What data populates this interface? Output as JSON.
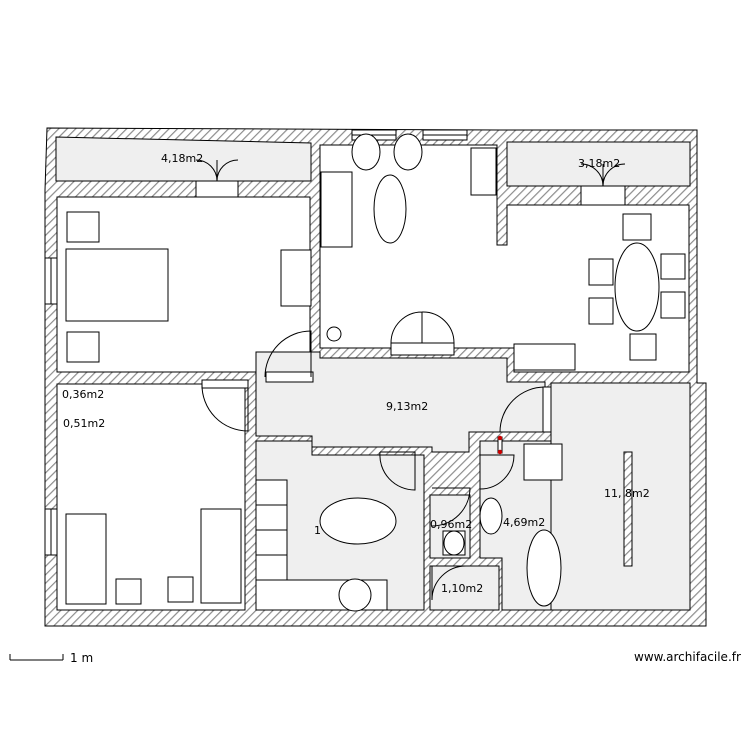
{
  "plan": {
    "room_labels": {
      "top_left_balcony": "4,18m2",
      "top_right_balcony": "3,18m2",
      "closet_a": "0,36m2",
      "closet_b": "0,51m2",
      "hall": "9,13m2",
      "living_right": "11, 8m2",
      "kitchen_partial": "1",
      "wc": "0,96m2",
      "bathroom": "4,69m2",
      "shower": "1,10m2"
    },
    "scale_label": "1 m",
    "watermark": "www.archifacile.fr"
  },
  "colors": {
    "wall_hatch": "#9a9a9a",
    "room_fill": "#efefef",
    "outline": "#000000",
    "marker": "#cc0000"
  }
}
